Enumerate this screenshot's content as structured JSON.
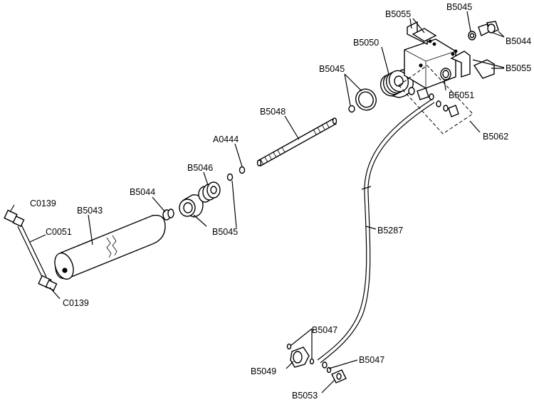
{
  "labels": {
    "b5055_top": "B5055",
    "b5045_top": "B5045",
    "b5044_top": "B5044",
    "b5050": "B5050",
    "b5055_right": "B5055",
    "b5045_mid": "B5045",
    "b5051": "B5051",
    "b5048": "B5048",
    "b5062": "B5062",
    "a0444": "A0444",
    "b5046": "B5046",
    "b5044_left": "B5044",
    "c0139_top": "C0139",
    "b5043": "B5043",
    "c0051": "C0051",
    "b5045_low": "B5045",
    "b5287": "B5287",
    "c0139_bottom": "C0139",
    "b5047_top": "B5047",
    "b5047_right": "B5047",
    "b5049": "B5049",
    "b5053": "B5053"
  }
}
